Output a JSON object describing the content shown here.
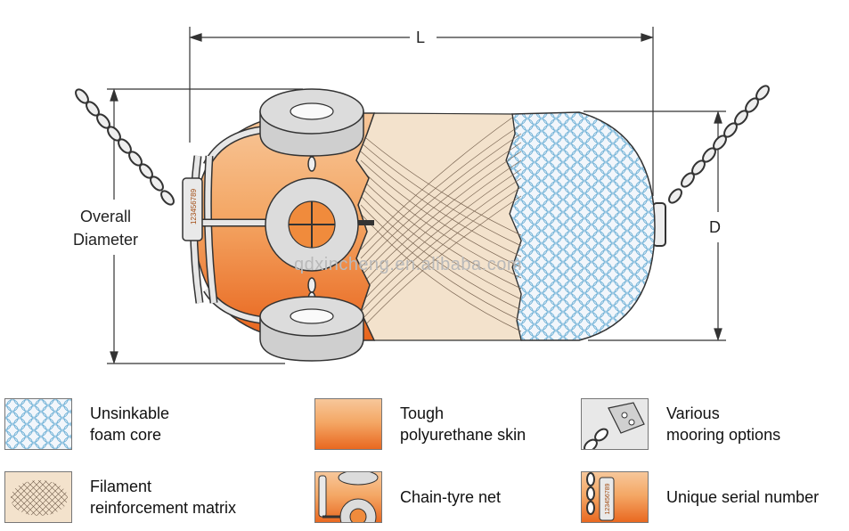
{
  "dimensions": {
    "length_label": "L",
    "diameter_label": "D",
    "overall_diameter_label": "Overall\nDiameter"
  },
  "watermark": "qdxincheng.en.alibaba.com",
  "serial_text": "123456789",
  "colors": {
    "skin_dark": "#e8641c",
    "skin_light": "#f7c79a",
    "core_bg": "#f2f6fb",
    "core_circle": "#6db0d6",
    "matrix_bg": "#f3e2cc",
    "tyre": "#d9d9d9",
    "tyre_hub": "#f08b3c",
    "line": "#333333"
  },
  "legend": [
    {
      "label": "Unsinkable\nfoam core",
      "icon": "foam-core-swatch"
    },
    {
      "label": "Tough\npolyurethane skin",
      "icon": "polyurethane-skin-swatch"
    },
    {
      "label": "Various\nmooring options",
      "icon": "mooring-options-swatch"
    },
    {
      "label": "Filament\nreinforcement matrix",
      "icon": "filament-matrix-swatch"
    },
    {
      "label": "Chain-tyre net",
      "icon": "chain-tyre-net-swatch"
    },
    {
      "label": "Unique serial number",
      "icon": "serial-number-swatch"
    }
  ]
}
